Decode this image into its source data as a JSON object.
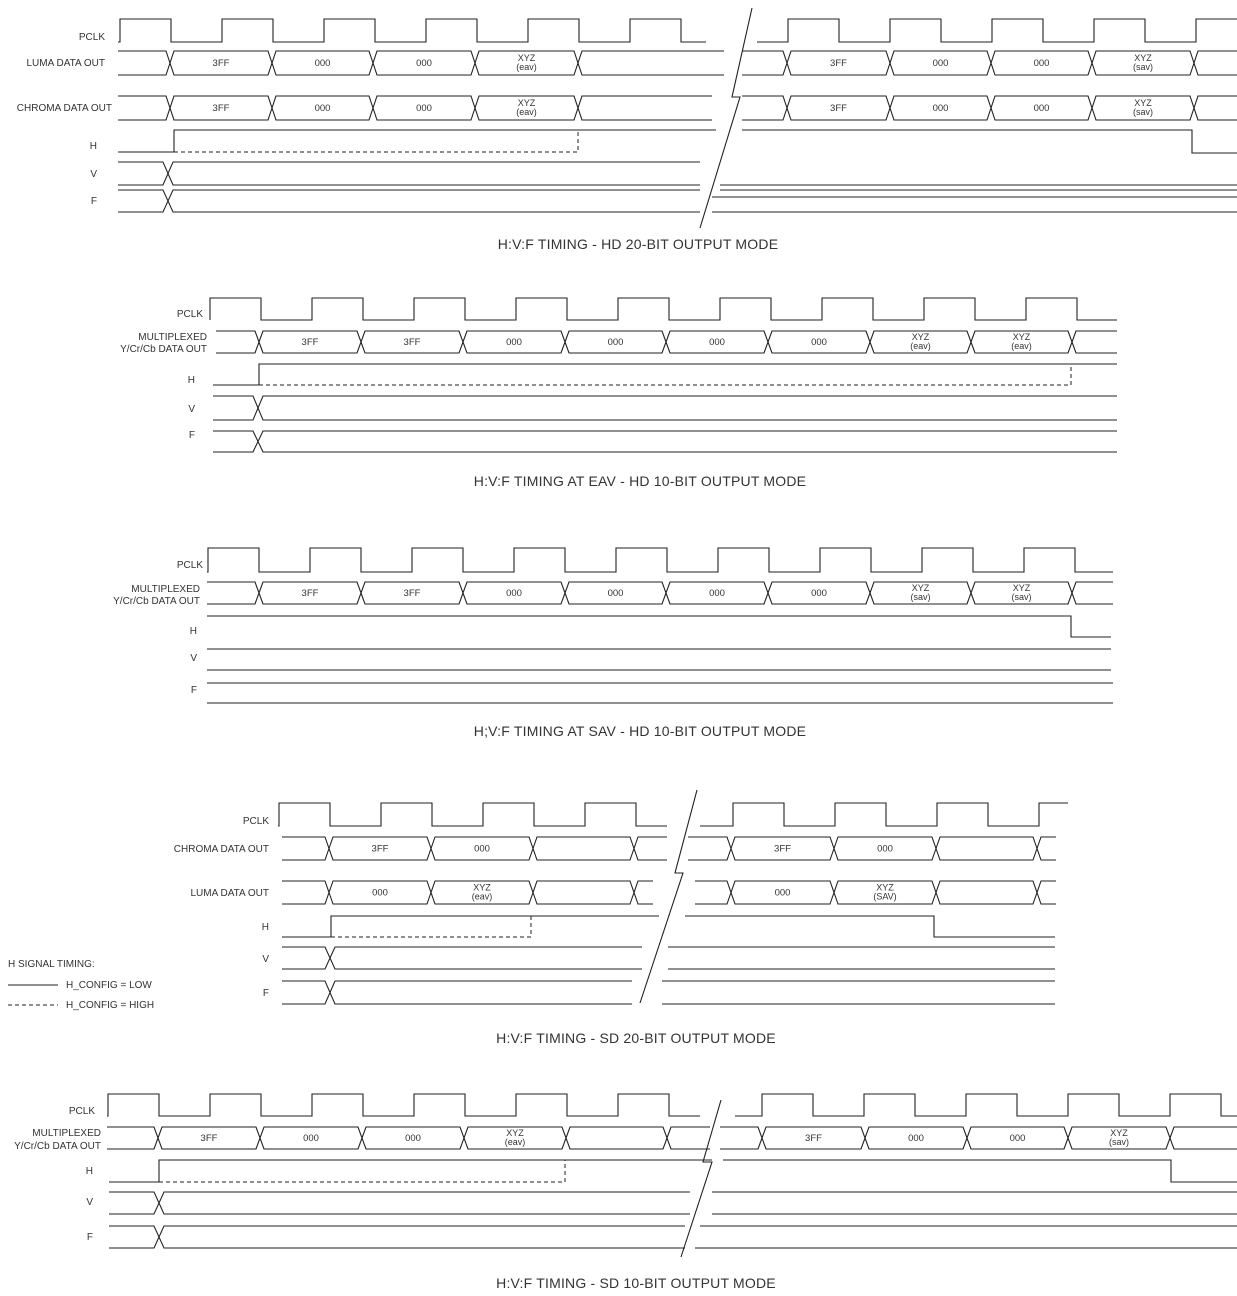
{
  "diagrams": [
    {
      "id": "hd20",
      "caption": "H:V:F TIMING - HD 20-BIT OUTPUT MODE",
      "labels": {
        "pclk": "PCLK",
        "data1": "LUMA DATA OUT",
        "data2": "CHROMA DATA OUT",
        "h": "H",
        "v": "V",
        "f": "F"
      },
      "left": {
        "luma": [
          "3FF",
          "000",
          "000",
          [
            "XYZ",
            "(eav)"
          ]
        ],
        "chroma": [
          "3FF",
          "000",
          "000",
          [
            "XYZ",
            "(eav)"
          ]
        ]
      },
      "right": {
        "luma": [
          "3FF",
          "000",
          "000",
          [
            "XYZ",
            "(sav)"
          ]
        ],
        "chroma": [
          "3FF",
          "000",
          "000",
          [
            "XYZ",
            "(sav)"
          ]
        ]
      }
    },
    {
      "id": "hd10eav",
      "caption": "H:V:F TIMING  AT EAV - HD 10-BIT OUTPUT MODE",
      "labels": {
        "pclk": "PCLK",
        "data": [
          "MULTIPLEXED",
          "Y/Cr/Cb DATA OUT"
        ],
        "h": "H",
        "v": "V",
        "f": "F"
      },
      "data": [
        "3FF",
        "3FF",
        "000",
        "000",
        "000",
        "000",
        [
          "XYZ",
          "(eav)"
        ],
        [
          "XYZ",
          "(eav)"
        ]
      ]
    },
    {
      "id": "hd10sav",
      "caption": "H;V:F TIMING  AT SAV - HD 10-BIT OUTPUT MODE",
      "labels": {
        "pclk": "PCLK",
        "data": [
          "MULTIPLEXED",
          "Y/Cr/Cb DATA OUT"
        ],
        "h": "H",
        "v": "V",
        "f": "F"
      },
      "data": [
        "3FF",
        "3FF",
        "000",
        "000",
        "000",
        "000",
        [
          "XYZ",
          "(sav)"
        ],
        [
          "XYZ",
          "(sav)"
        ]
      ]
    },
    {
      "id": "sd20",
      "caption": "H:V:F TIMING - SD 20-BIT OUTPUT MODE",
      "labels": {
        "pclk": "PCLK",
        "data1": "CHROMA DATA OUT",
        "data2": "LUMA DATA OUT",
        "h": "H",
        "v": "V",
        "f": "F"
      },
      "left": {
        "chroma": [
          "3FF",
          "000",
          ""
        ],
        "luma": [
          "000",
          [
            "XYZ",
            "(eav)"
          ],
          ""
        ]
      },
      "right": {
        "chroma": [
          "3FF",
          "000",
          ""
        ],
        "luma": [
          "000",
          [
            "XYZ",
            "(SAV)"
          ],
          ""
        ]
      }
    },
    {
      "id": "sd10",
      "caption": "H:V:F TIMING - SD 10-BIT OUTPUT MODE",
      "labels": {
        "pclk": "PCLK",
        "data": [
          "MULTIPLEXED",
          "Y/Cr/Cb DATA OUT"
        ],
        "h": "H",
        "v": "V",
        "f": "F"
      },
      "left": [
        "3FF",
        "000",
        "000",
        [
          "XYZ",
          "(eav)"
        ]
      ],
      "right": [
        "3FF",
        "000",
        "000",
        [
          "XYZ",
          "(sav)"
        ]
      ]
    }
  ],
  "legend": {
    "title": "H SIGNAL TIMING:",
    "solid": "H_CONFIG = LOW",
    "dashed": "H_CONFIG = HIGH"
  }
}
